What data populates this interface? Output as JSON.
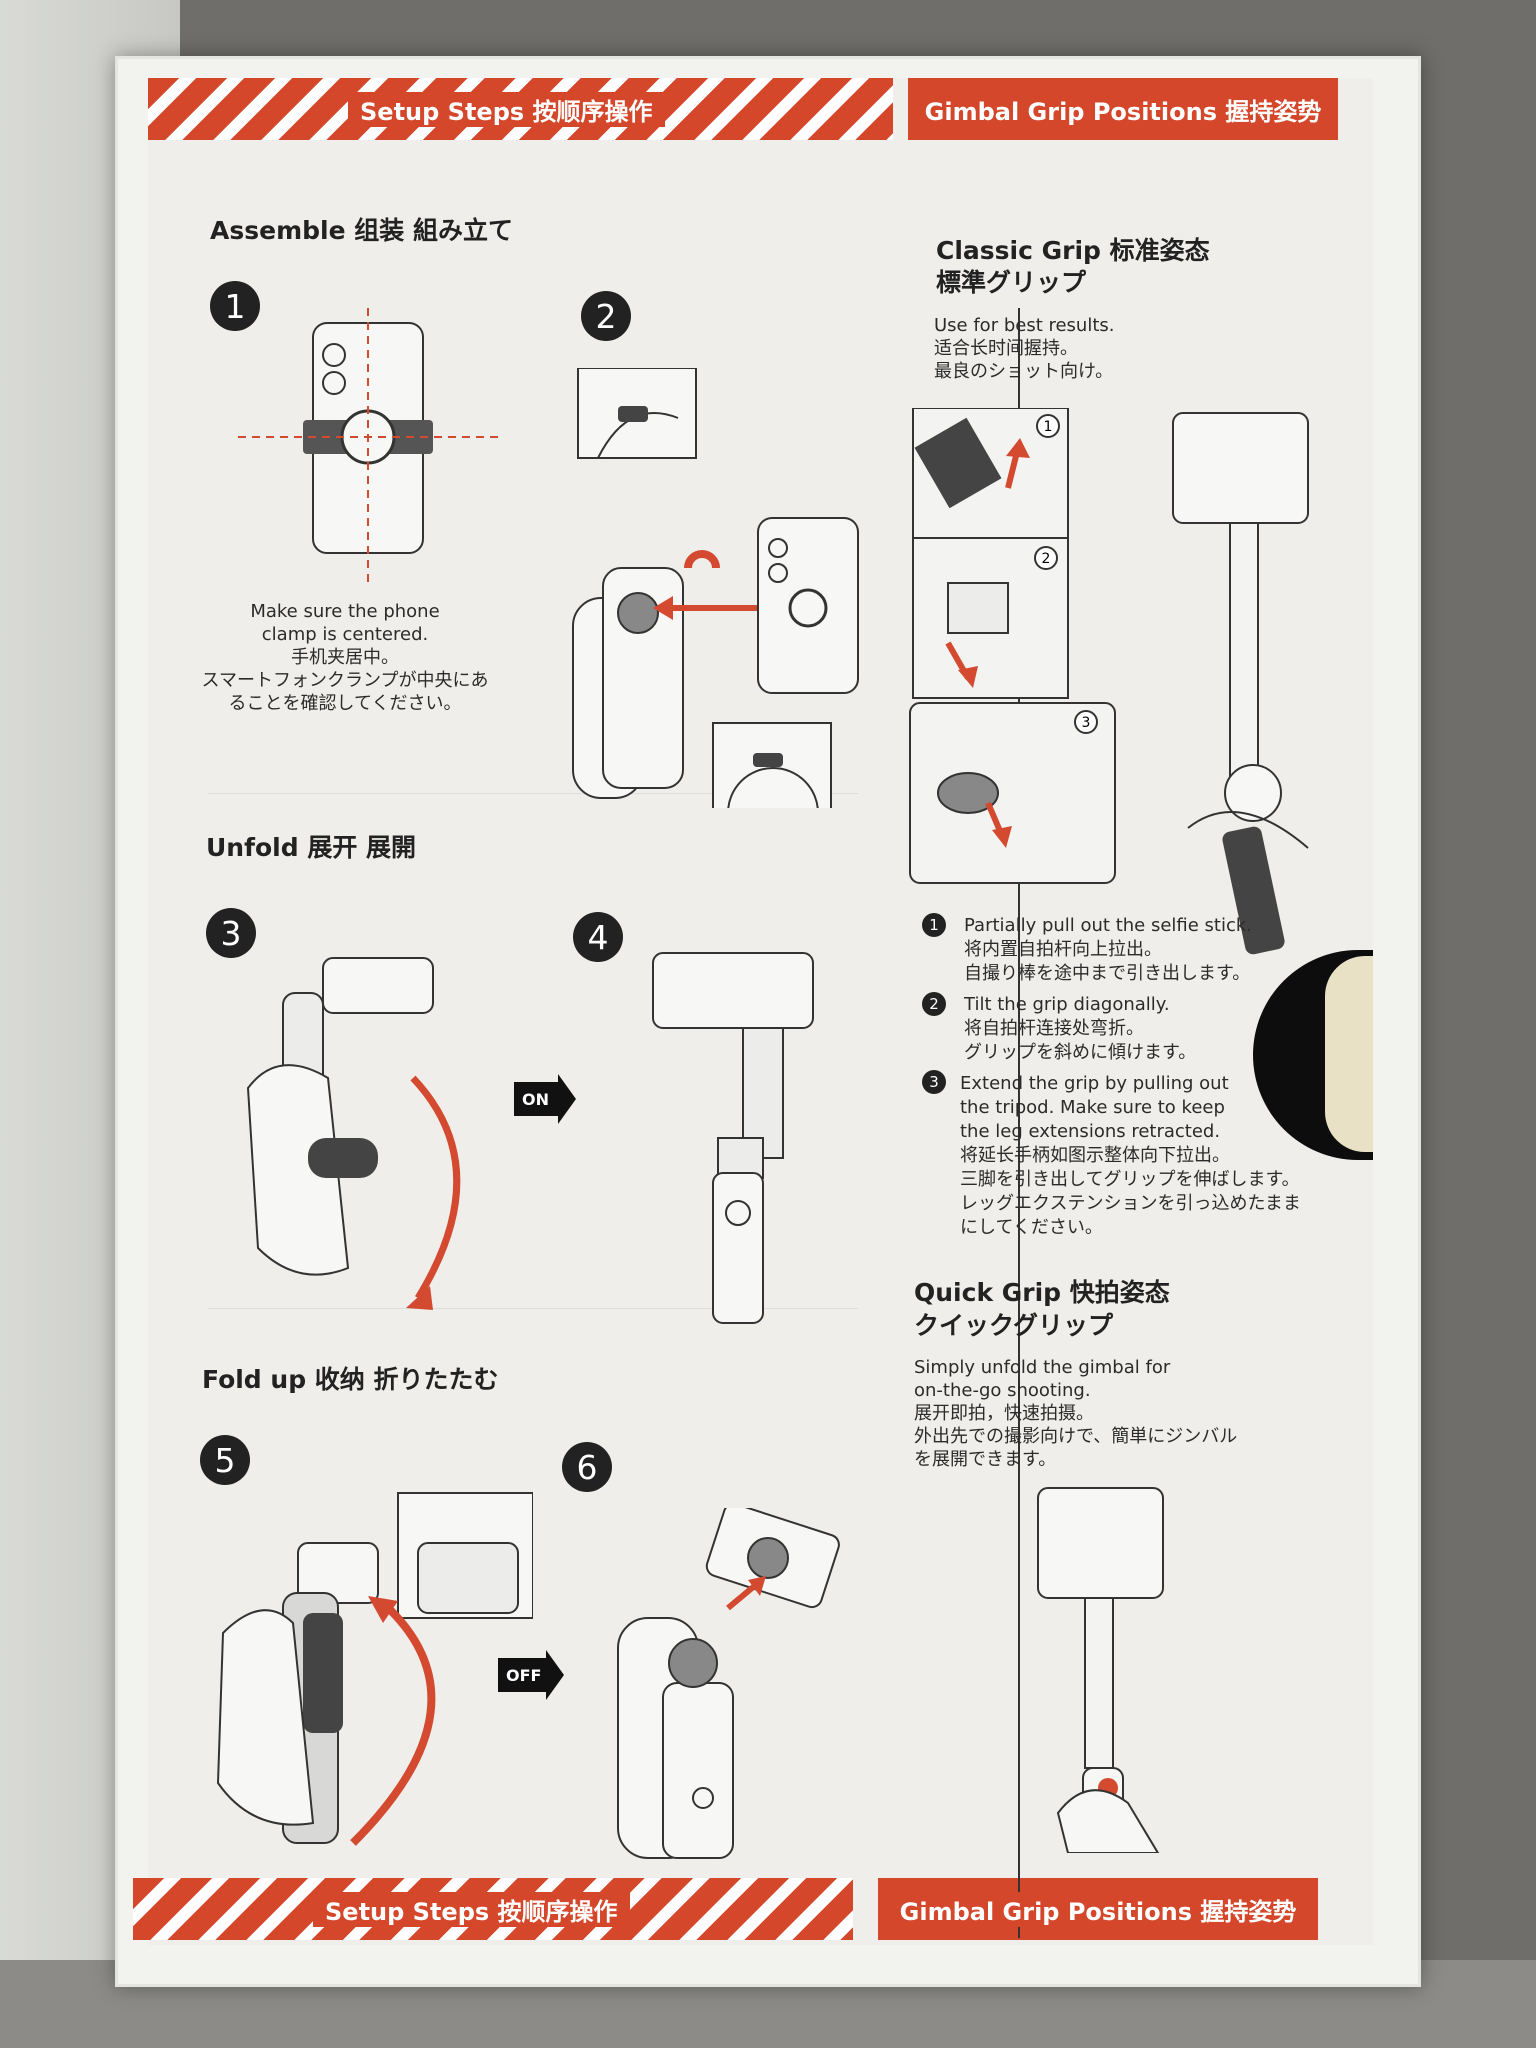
{
  "setup_bar_title": "Setup Steps 按顺序操作",
  "grip_bar_title": "Gimbal Grip Positions 握持姿势",
  "assemble": {
    "heading": "Assemble  组装  組み立て",
    "step1": "1",
    "step2": "2",
    "note": "Make sure the phone\nclamp is centered.\n手机夹居中。\nスマートフォンクランプが中央にあ\nることを確認してください。"
  },
  "unfold": {
    "heading": "Unfold  展开  展開",
    "step3": "3",
    "step4": "4",
    "on_label": "ON"
  },
  "foldup": {
    "heading": "Fold up  收纳  折りたたむ",
    "step5": "5",
    "step6": "6",
    "off_label": "OFF"
  },
  "classic": {
    "title_line1": "Classic Grip  标准姿态",
    "title_line2": "標準グリップ",
    "desc": "Use for best results.\n适合长时间握持。\n最良のショット向け。",
    "steps": [
      {
        "num": "1",
        "text": "Partially pull out the selfie stick.\n将内置自拍杆向上拉出。\n自撮り棒を途中まで引き出します。"
      },
      {
        "num": "2",
        "text": "Tilt the grip diagonally.\n将自拍杆连接处弯折。\nグリップを斜めに傾けます。"
      },
      {
        "num": "3",
        "text": "Extend the grip by pulling out\nthe tripod. Make sure to keep\nthe leg extensions retracted.\n将延长手柄如图示整体向下拉出。\n三脚を引き出してグリップを伸ばします。\nレッグエクステンションを引っ込めたまま\nにしてください。"
      }
    ],
    "diagram_nums": [
      "1",
      "2",
      "3"
    ]
  },
  "quick": {
    "title_line1": "Quick Grip  快拍姿态",
    "title_line2": "クイックグリップ",
    "desc": "Simply unfold the gimbal for\non-the-go shooting.\n展开即拍，快速拍摄。\n外出先での撮影向けで、簡単にジンバル\nを展開できます。"
  },
  "colors": {
    "accent": "#d4472b",
    "arrow": "#d34a30",
    "ink": "#222222"
  }
}
